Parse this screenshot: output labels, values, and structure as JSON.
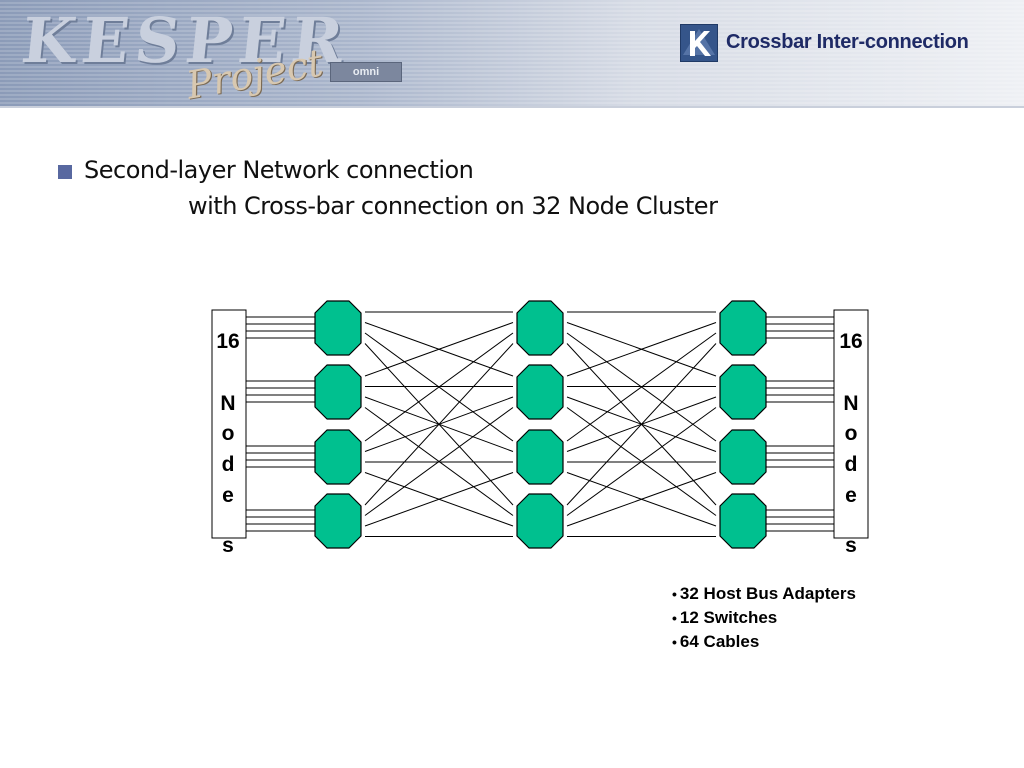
{
  "header": {
    "logo_text": "KESPER",
    "logo_subtext": "Project",
    "logo_badge": "omni",
    "title": "Crossbar Inter-connection"
  },
  "heading": {
    "line1": "Second-layer Network connection",
    "line2": "with Cross-bar connection on 32 Node Cluster"
  },
  "diagram": {
    "left_group": {
      "count": "16",
      "letters": [
        "N",
        "o",
        "d",
        "e",
        "s"
      ]
    },
    "right_group": {
      "count": "16",
      "letters": [
        "N",
        "o",
        "d",
        "e",
        "s"
      ]
    },
    "switch_columns": 3,
    "switches_per_column": 4,
    "links_per_edge_switch": 4,
    "switch_color": "#00c08f",
    "line_color": "#000000"
  },
  "stats": [
    "32 Host Bus Adapters",
    "12 Switches",
    "64 Cables"
  ]
}
